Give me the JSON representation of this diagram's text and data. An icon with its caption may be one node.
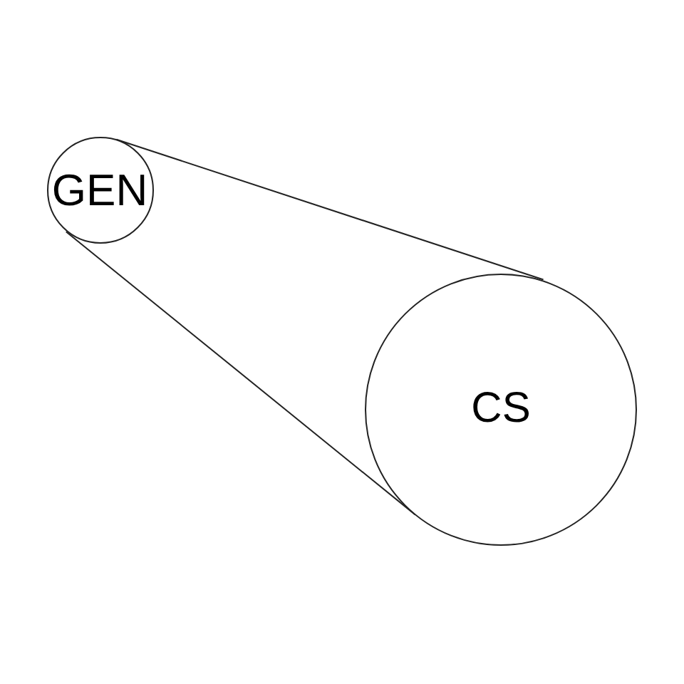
{
  "diagram": {
    "nodes": [
      {
        "text": [
          "GEN"
        ]
      },
      {
        "text": [
          "CS"
        ]
      }
    ],
    "edges": [
      {
        "from": 0,
        "to": 1,
        "arrow": "none"
      },
      {
        "from": 0,
        "to": 1,
        "arrow": "none"
      }
    ]
  }
}
